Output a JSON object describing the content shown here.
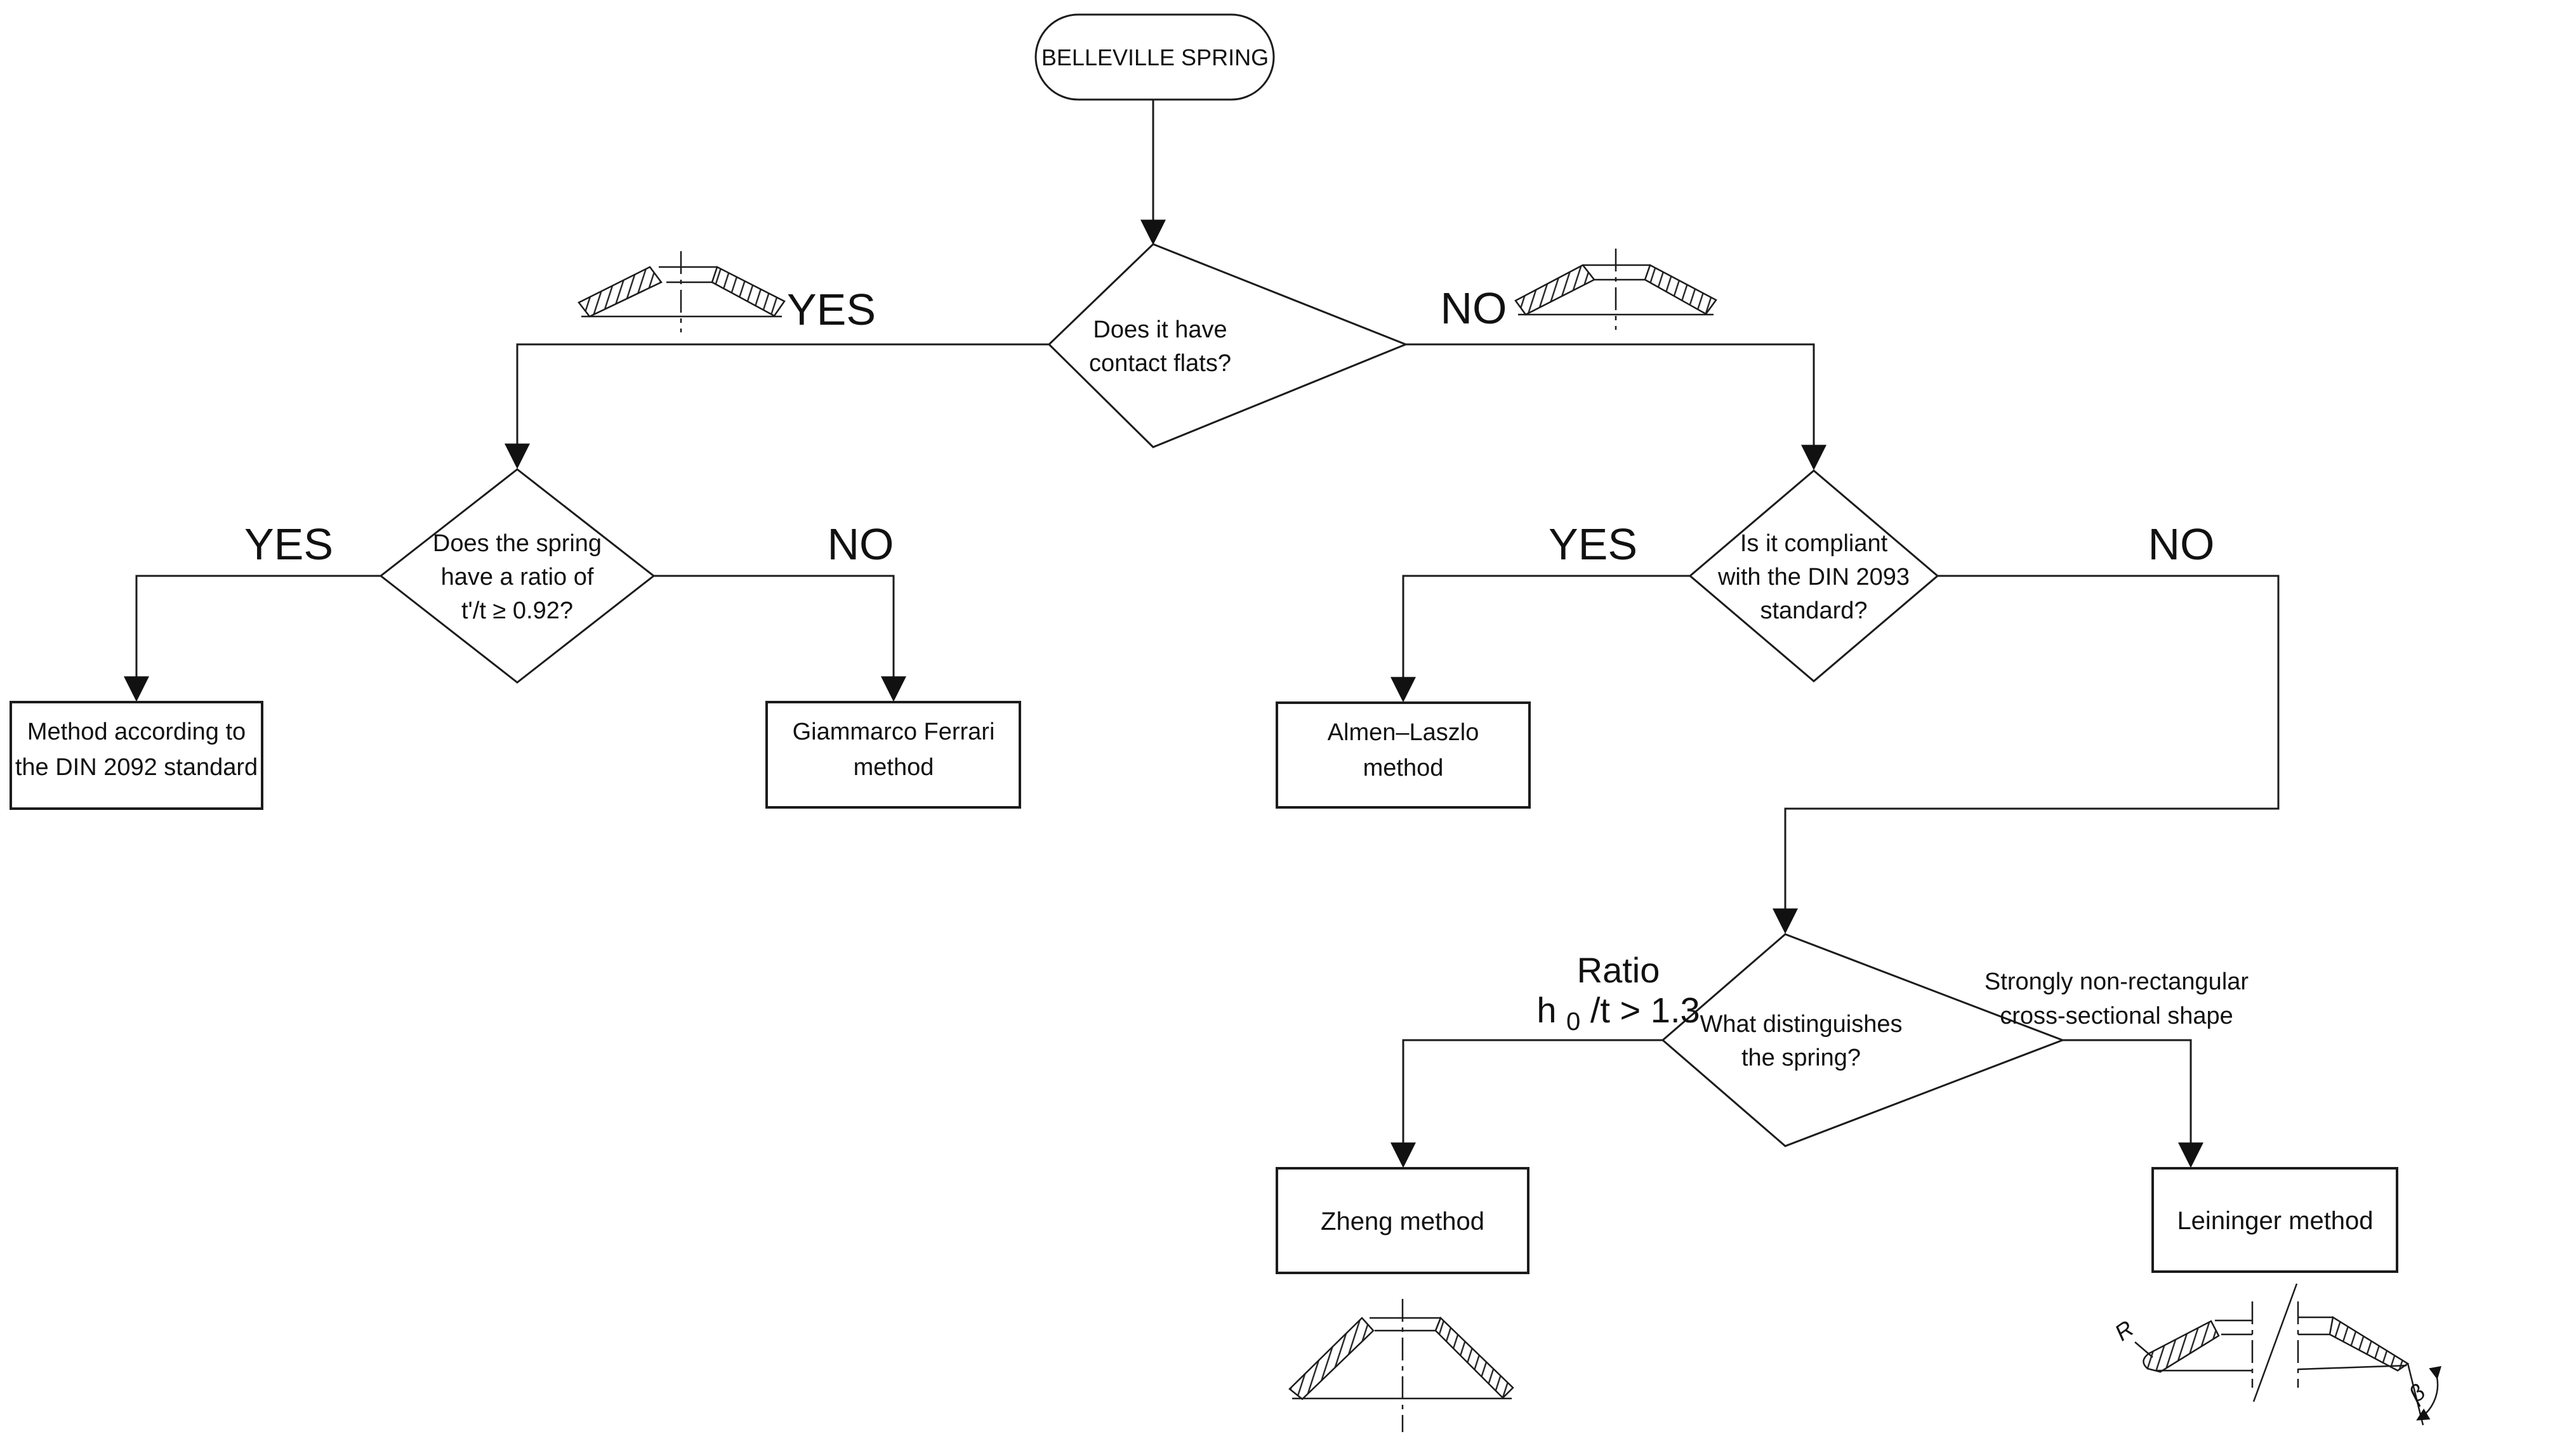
{
  "root": {
    "label": "BELLEVILLE SPRING"
  },
  "decisions": {
    "contact_flats": {
      "lines": [
        "Does it have",
        "contact flats?"
      ],
      "yes_label": "YES",
      "no_label": "NO"
    },
    "ratio_t": {
      "lines": [
        "Does the spring",
        "have a ratio of",
        "t'/t ≥ 0.92?"
      ],
      "yes_label": "YES",
      "no_label": "NO"
    },
    "din2093": {
      "lines": [
        "Is it compliant",
        "with the DIN 2093",
        "standard?"
      ],
      "yes_label": "YES",
      "no_label": "NO"
    },
    "distinguish": {
      "lines": [
        "What distinguishes",
        "the spring?"
      ],
      "branch_left": {
        "line1": "Ratio",
        "line2_base": "h",
        "line2_sub": "0",
        "line2_rest": "/t > 1.3"
      },
      "branch_right": {
        "lines": [
          "Strongly non-rectangular",
          "cross-sectional shape"
        ]
      }
    }
  },
  "methods": {
    "din2092": {
      "lines": [
        "Method according to",
        "the DIN 2092 standard"
      ]
    },
    "ferrari": {
      "lines": [
        "Giammarco Ferrari",
        "method"
      ]
    },
    "almen": {
      "lines": [
        "Almen–Laszlo",
        "method"
      ]
    },
    "zheng": {
      "label": "Zheng method"
    },
    "leininger": {
      "label": "Leininger method"
    }
  },
  "annotations": {
    "radius_label": "R",
    "beta_label": "β"
  },
  "colors": {
    "ink": "#1c1c1c",
    "background": "#ffffff"
  }
}
